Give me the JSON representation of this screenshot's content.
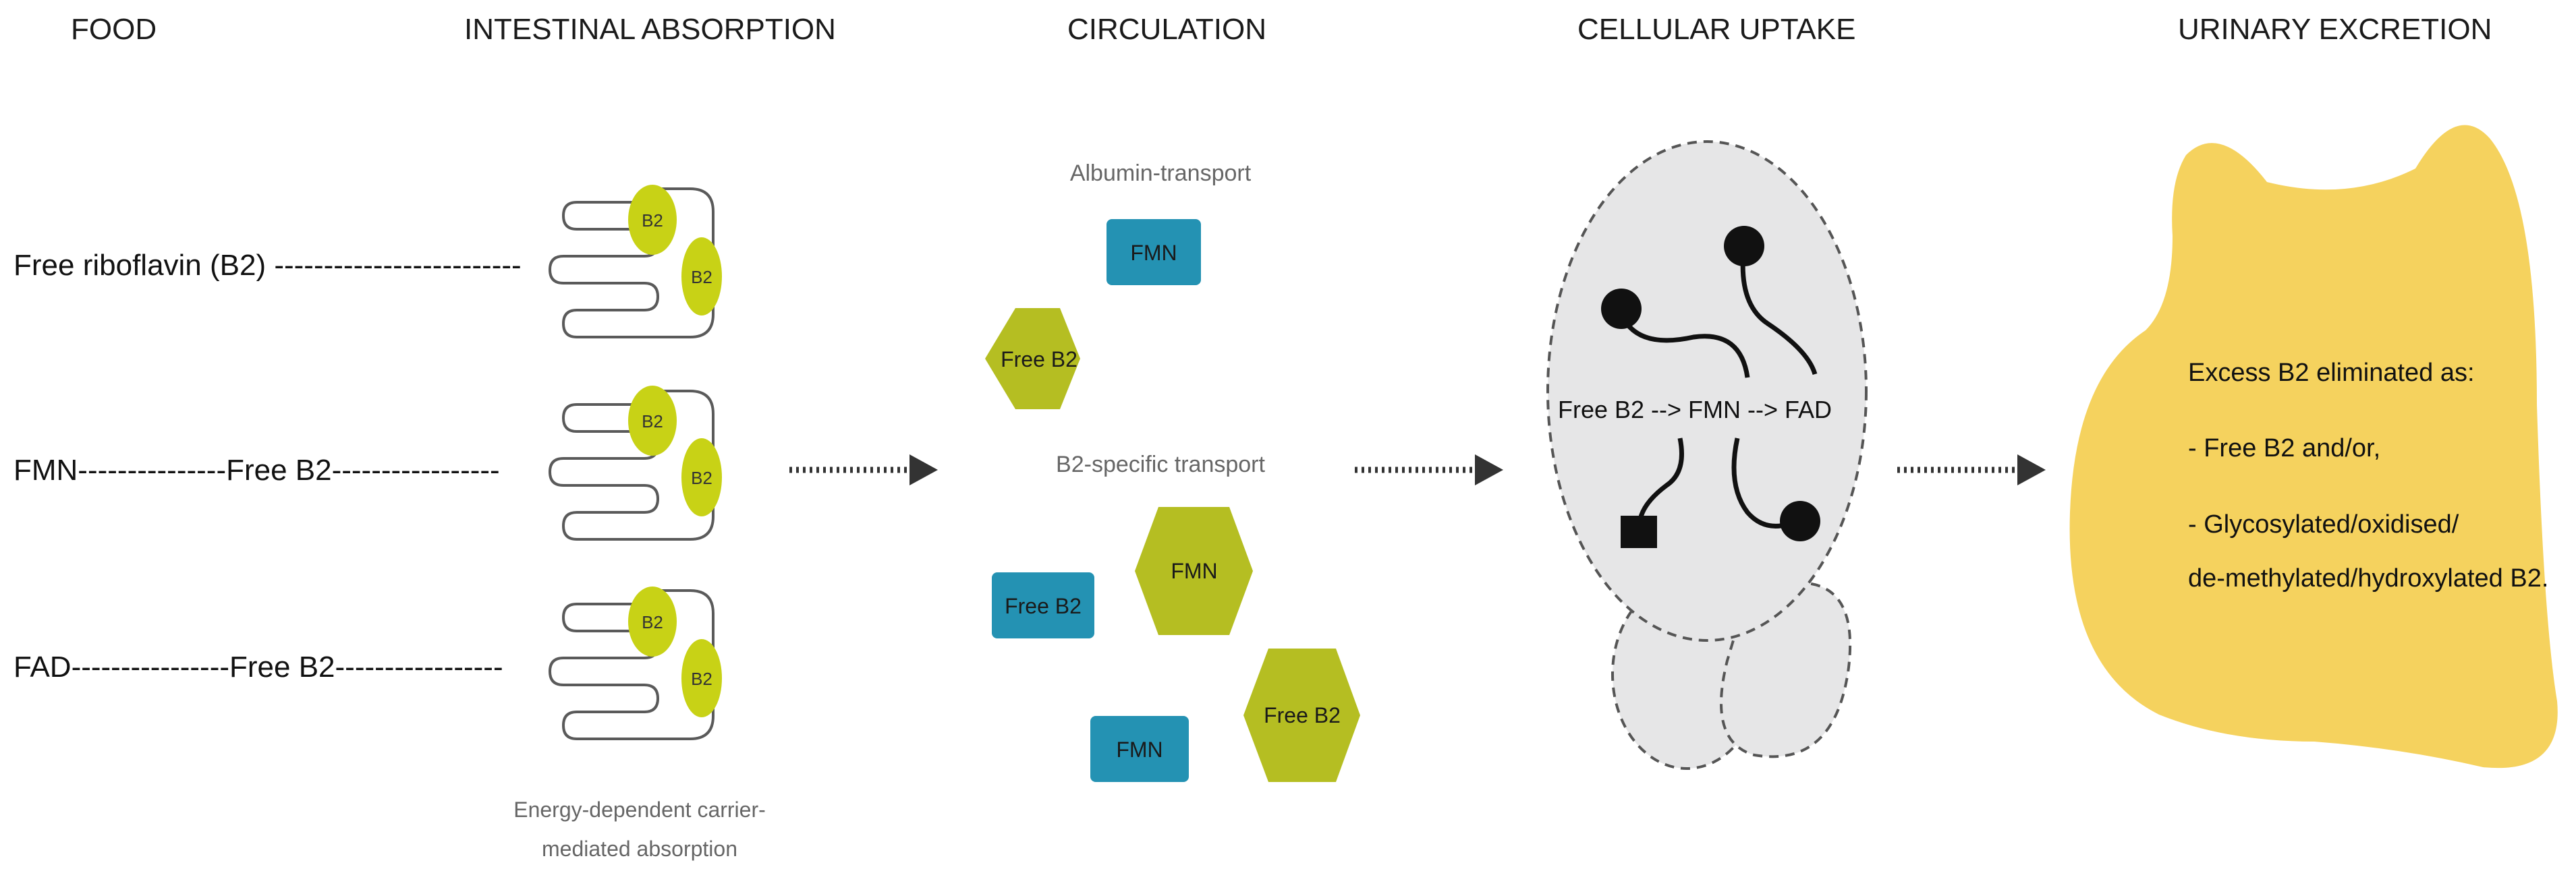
{
  "headers": {
    "food": "FOOD",
    "absorption": "INTESTINAL ABSORPTION",
    "circulation": "CIRCULATION",
    "uptake": "CELLULAR UPTAKE",
    "excretion": "URINARY EXCRETION"
  },
  "food_items": {
    "row1": "Free riboflavin (B2) -------------------------",
    "row2": "FMN---------------Free B2-----------------",
    "row3": "FAD----------------Free B2-----------------"
  },
  "absorption": {
    "b2_tag": "B2",
    "caption_line1": "Energy-dependent carrier-",
    "caption_line2": "mediated absorption"
  },
  "circulation": {
    "albumin_label": "Albumin-transport",
    "specific_label": "B2-specific transport",
    "fmn": "FMN",
    "free_b2": "Free B2"
  },
  "uptake": {
    "pathway": "Free B2 --> FMN --> FAD"
  },
  "excretion": {
    "line1": "Excess B2 eliminated as:",
    "line2": "- Free B2 and/or,",
    "line3": "- Glycosylated/oxidised/",
    "line4": "de-methylated/hydroxylated B2."
  },
  "colors": {
    "green": "#b5be22",
    "bright_green": "#c8d216",
    "blue": "#2492b3",
    "cell_grey": "#e6e6e7",
    "urine_yellow": "#f5d25e"
  }
}
